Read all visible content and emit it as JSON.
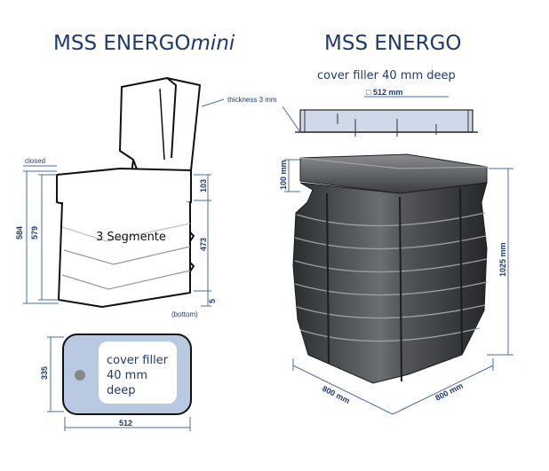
{
  "left": {
    "title_main": "MSS ENERGO",
    "title_italic": "mini",
    "thickness_label": "thickness 3 mm",
    "closed_label": "closed",
    "dim_584": "584",
    "dim_579": "579",
    "dim_103": "103",
    "dim_473": "473",
    "dim_5": "5",
    "bottom_label": "(bottom)",
    "segments_label": "3 Segmente",
    "cover_dim_335": "335",
    "cover_dim_512": "512",
    "cover_filler_line1": "cover filler",
    "cover_filler_line2": "40 mm",
    "cover_filler_line3": "deep"
  },
  "right": {
    "title": "MSS ENERGO",
    "cover_caption": "cover filler 40 mm deep",
    "dim_512": "□ 512 mm",
    "dim_100": "100 mm",
    "dim_1025": "1025 mm",
    "dim_800_left": "800 mm",
    "dim_800_right": "800 mm"
  },
  "colors": {
    "title_blue": "#1f3a6e",
    "dim_blue": "#4a6fa5",
    "cover_fill": "#b9c9e2",
    "tank_dark": "#3c3f40"
  }
}
